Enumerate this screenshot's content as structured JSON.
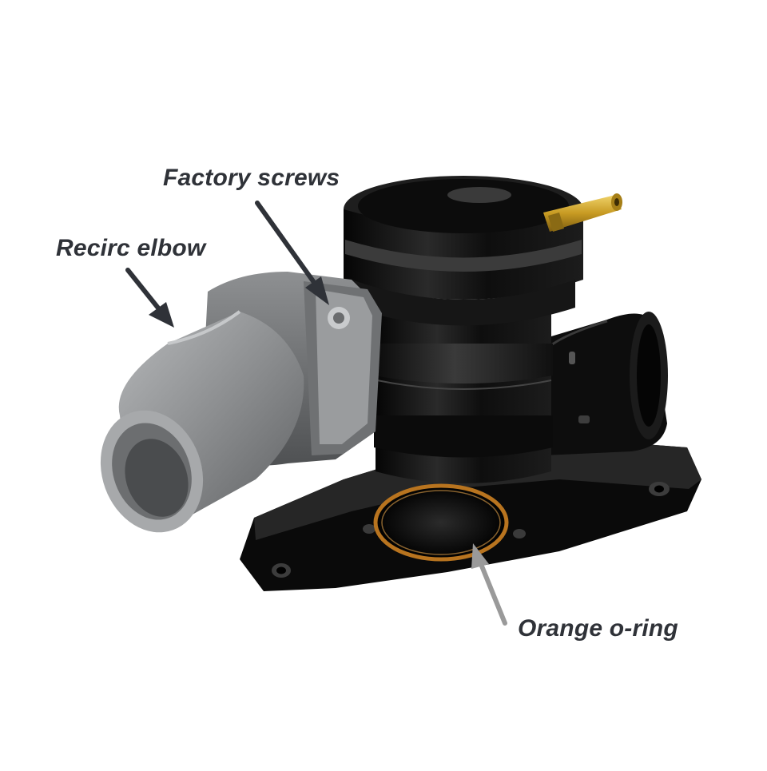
{
  "labels": {
    "factory_screws": "Factory screws",
    "recirc_elbow": "Recirc elbow",
    "orange_oring": "Orange o-ring"
  },
  "colors": {
    "background": "#ffffff",
    "label_text": "#2f3238",
    "arrow_dark": "#2f3238",
    "arrow_grey": "#9a9a9a",
    "valve_body": "#111111",
    "elbow": "#8a8c8e",
    "oring": "#b8741f",
    "fitting": "#c9a227"
  },
  "icons": {
    "product": "blow-off-valve-illustration",
    "arrows": "callout-arrow"
  }
}
